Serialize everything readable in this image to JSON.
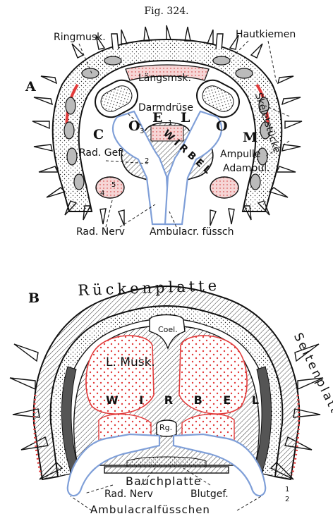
{
  "figure_title": "Fig. 324.",
  "panel_a": {
    "letter": "A",
    "labels": {
      "ringmusk": "Ringmusk.",
      "hautkiemen": "Hautkiemen",
      "laengsmsk": "Längsmsk.",
      "skeletstuecke": "Skeletstücke",
      "darmdruese": "Darmdrüse",
      "c": "C",
      "o1": "O",
      "e": "E",
      "l": "L",
      "o2": "O",
      "m": "M",
      "rad_gef": "Rad. Gef.",
      "wirbel": "W I R B E L",
      "ampulle": "Ampulle",
      "adambul": "Adambul.",
      "n1": "1",
      "n2": "2",
      "n3": "3",
      "n4": "4",
      "n5": "5",
      "rad_nerv": "Rad. Nerv",
      "ambulacr": "Ambulacr. füssch"
    }
  },
  "panel_b": {
    "letter": "B",
    "labels": {
      "rueckenplatte": "Rückenplatte",
      "coel": "Coel.",
      "l_musk": "L. Musk.",
      "seitenplatte": "Seitenplatte",
      "wirbel": "W I R B E L",
      "rg": "Rg.",
      "bauchplatte": "Bauchplatte",
      "rad_nerv": "Rad. Nerv",
      "blutgef": "Blutgef.",
      "ambulacralfuesschen": "Ambulacralfüsschen",
      "n1": "1",
      "n2": "2"
    }
  },
  "colors": {
    "ink": "#111111",
    "muscle_red": "#e23b3b",
    "tube_blue": "#7f9fd8",
    "muscle_fill": "#f7d9d9"
  }
}
